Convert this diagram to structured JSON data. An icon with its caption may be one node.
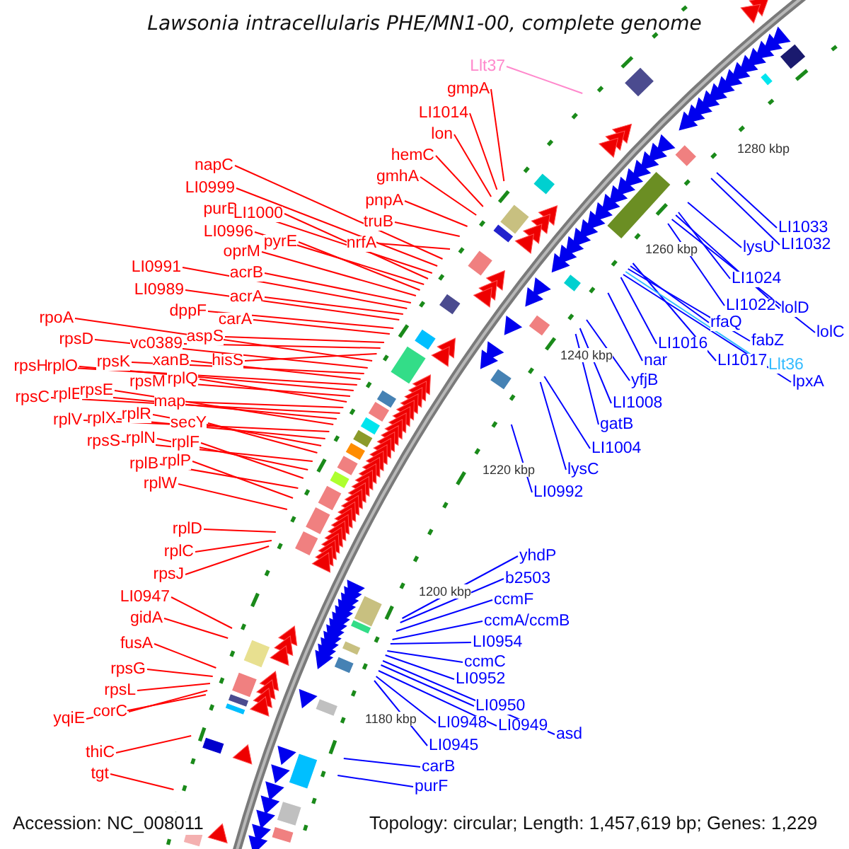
{
  "diagram": {
    "title": "Lawsonia intracellularis PHE/MN1-00, complete genome",
    "nodes": [
      {
        "text": [
          "Llt37"
        ]
      },
      {
        "text": [
          "gmpA"
        ]
      },
      {
        "text": [
          "LI1014"
        ]
      },
      {
        "text": [
          "lon"
        ]
      },
      {
        "text": [
          "hemC"
        ]
      },
      {
        "text": [
          "gmhA"
        ]
      },
      {
        "text": [
          "pnpA"
        ]
      },
      {
        "text": [
          "truB"
        ]
      },
      {
        "text": [
          "nrfA"
        ]
      },
      {
        "text": [
          "napC"
        ]
      },
      {
        "text": [
          "LI0999"
        ]
      },
      {
        "text": [
          "purB"
        ]
      },
      {
        "text": [
          "LI1000"
        ]
      },
      {
        "text": [
          "LI0996"
        ]
      },
      {
        "text": [
          "pyrE"
        ]
      },
      {
        "text": [
          "oprM"
        ]
      },
      {
        "text": [
          "acrB"
        ]
      },
      {
        "text": [
          "acrA"
        ]
      },
      {
        "text": [
          "LI0991"
        ]
      },
      {
        "text": [
          "LI0989"
        ]
      },
      {
        "text": [
          "dppF"
        ]
      },
      {
        "text": [
          "carA"
        ]
      },
      {
        "text": [
          "aspS"
        ]
      },
      {
        "text": [
          "vc0389"
        ]
      },
      {
        "text": [
          "hisS"
        ]
      },
      {
        "text": [
          "rpoA"
        ]
      },
      {
        "text": [
          "rpsD"
        ]
      },
      {
        "text": [
          "rpsK"
        ]
      },
      {
        "text": [
          "xanB"
        ]
      },
      {
        "text": [
          "rpsH"
        ]
      },
      {
        "text": [
          "rplO"
        ]
      },
      {
        "text": [
          "rpsM"
        ]
      },
      {
        "text": [
          "rplQ"
        ]
      },
      {
        "text": [
          "map"
        ]
      },
      {
        "text": [
          "rpsC"
        ]
      },
      {
        "text": [
          "rplE"
        ]
      },
      {
        "text": [
          "rpsE"
        ]
      },
      {
        "text": [
          "rplV"
        ]
      },
      {
        "text": [
          "rplX"
        ]
      },
      {
        "text": [
          "rplR"
        ]
      },
      {
        "text": [
          "secY"
        ]
      },
      {
        "text": [
          "rpsS"
        ]
      },
      {
        "text": [
          "rplN"
        ]
      },
      {
        "text": [
          "rplF"
        ]
      },
      {
        "text": [
          "rplB"
        ]
      },
      {
        "text": [
          "rplP"
        ]
      },
      {
        "text": [
          "rplW"
        ]
      },
      {
        "text": [
          "rplD"
        ]
      },
      {
        "text": [
          "rplC"
        ]
      },
      {
        "text": [
          "rpsJ"
        ]
      },
      {
        "text": [
          "LI0947"
        ]
      },
      {
        "text": [
          "gidA"
        ]
      },
      {
        "text": [
          "fusA"
        ]
      },
      {
        "text": [
          "rpsG"
        ]
      },
      {
        "text": [
          "rpsL"
        ]
      },
      {
        "text": [
          "corC"
        ]
      },
      {
        "text": [
          "yqiE"
        ]
      },
      {
        "text": [
          "thiC"
        ]
      },
      {
        "text": [
          "tgt"
        ]
      },
      {
        "text": [
          "LI1033"
        ]
      },
      {
        "text": [
          "LI1032"
        ]
      },
      {
        "text": [
          "lysU"
        ]
      },
      {
        "text": [
          "LI1024"
        ]
      },
      {
        "text": [
          "LI1022"
        ]
      },
      {
        "text": [
          "lolD"
        ]
      },
      {
        "text": [
          "lolC"
        ]
      },
      {
        "text": [
          "rfaQ"
        ]
      },
      {
        "text": [
          "fabZ"
        ]
      },
      {
        "text": [
          "LI1016"
        ]
      },
      {
        "text": [
          "LI1017"
        ]
      },
      {
        "text": [
          "Llt36"
        ]
      },
      {
        "text": [
          "lpxA"
        ]
      },
      {
        "text": [
          "nar"
        ]
      },
      {
        "text": [
          "yfjB"
        ]
      },
      {
        "text": [
          "LI1008"
        ]
      },
      {
        "text": [
          "gatB"
        ]
      },
      {
        "text": [
          "LI1004"
        ]
      },
      {
        "text": [
          "lysC"
        ]
      },
      {
        "text": [
          "LI0992"
        ]
      },
      {
        "text": [
          "yhdP"
        ]
      },
      {
        "text": [
          "b2503"
        ]
      },
      {
        "text": [
          "ccmF"
        ]
      },
      {
        "text": [
          "ccmA/ccmB"
        ]
      },
      {
        "text": [
          "LI0954"
        ]
      },
      {
        "text": [
          "ccmC"
        ]
      },
      {
        "text": [
          "LI0952"
        ]
      },
      {
        "text": [
          "LI0950"
        ]
      },
      {
        "text": [
          "LI0949"
        ]
      },
      {
        "text": [
          "asd"
        ]
      },
      {
        "text": [
          "LI0948"
        ]
      },
      {
        "text": [
          "LI0945"
        ]
      },
      {
        "text": [
          "carB"
        ]
      },
      {
        "text": [
          "purF"
        ]
      }
    ],
    "edges": [
      {
        "from": 0,
        "to": null,
        "arrow": "none",
        "color": "#ff88cc"
      },
      {
        "from": 1,
        "to": null,
        "arrow": "none"
      },
      {
        "from": 2,
        "to": null,
        "arrow": "none"
      },
      {
        "from": 3,
        "to": null,
        "arrow": "none"
      },
      {
        "from": 4,
        "to": null,
        "arrow": "none"
      },
      {
        "from": 5,
        "to": null,
        "arrow": "none"
      },
      {
        "from": 6,
        "to": null,
        "arrow": "none"
      },
      {
        "from": 7,
        "to": null,
        "arrow": "none"
      },
      {
        "from": 8,
        "to": null,
        "arrow": "none"
      },
      {
        "from": 9,
        "to": null,
        "arrow": "none"
      },
      {
        "from": 10,
        "to": null,
        "arrow": "none"
      },
      {
        "from": 11,
        "to": null,
        "arrow": "none"
      },
      {
        "from": 12,
        "to": null,
        "arrow": "none"
      },
      {
        "from": 13,
        "to": null,
        "arrow": "none"
      },
      {
        "from": 14,
        "to": null,
        "arrow": "none"
      },
      {
        "from": 15,
        "to": null,
        "arrow": "none"
      },
      {
        "from": 16,
        "to": null,
        "arrow": "none"
      },
      {
        "from": 17,
        "to": null,
        "arrow": "none"
      },
      {
        "from": 18,
        "to": null,
        "arrow": "none"
      },
      {
        "from": 19,
        "to": null,
        "arrow": "none"
      },
      {
        "from": 20,
        "to": null,
        "arrow": "none"
      },
      {
        "from": 21,
        "to": null,
        "arrow": "none"
      },
      {
        "from": 22,
        "to": null,
        "arrow": "none"
      },
      {
        "from": 23,
        "to": null,
        "arrow": "none"
      },
      {
        "from": 24,
        "to": null,
        "arrow": "none"
      },
      {
        "from": 25,
        "to": null,
        "arrow": "none"
      },
      {
        "from": 26,
        "to": null,
        "arrow": "none"
      },
      {
        "from": 27,
        "to": null,
        "arrow": "none"
      },
      {
        "from": 28,
        "to": null,
        "arrow": "none"
      },
      {
        "from": 29,
        "to": null,
        "arrow": "none"
      },
      {
        "from": 30,
        "to": null,
        "arrow": "none"
      },
      {
        "from": 31,
        "to": null,
        "arrow": "none"
      },
      {
        "from": 32,
        "to": null,
        "arrow": "none"
      },
      {
        "from": 33,
        "to": null,
        "arrow": "none"
      },
      {
        "from": 34,
        "to": null,
        "arrow": "none"
      },
      {
        "from": 35,
        "to": null,
        "arrow": "none"
      },
      {
        "from": 36,
        "to": null,
        "arrow": "none"
      },
      {
        "from": 37,
        "to": null,
        "arrow": "none"
      },
      {
        "from": 38,
        "to": null,
        "arrow": "none"
      },
      {
        "from": 39,
        "to": null,
        "arrow": "none"
      },
      {
        "from": 40,
        "to": null,
        "arrow": "none"
      },
      {
        "from": 41,
        "to": null,
        "arrow": "none"
      },
      {
        "from": 42,
        "to": null,
        "arrow": "none"
      },
      {
        "from": 43,
        "to": null,
        "arrow": "none"
      },
      {
        "from": 44,
        "to": null,
        "arrow": "none"
      },
      {
        "from": 45,
        "to": null,
        "arrow": "none"
      },
      {
        "from": 46,
        "to": null,
        "arrow": "none"
      },
      {
        "from": 47,
        "to": null,
        "arrow": "none"
      },
      {
        "from": 48,
        "to": null,
        "arrow": "none"
      },
      {
        "from": 49,
        "to": null,
        "arrow": "none"
      },
      {
        "from": 50,
        "to": null,
        "arrow": "none"
      },
      {
        "from": 51,
        "to": null,
        "arrow": "none"
      },
      {
        "from": 52,
        "to": null,
        "arrow": "none"
      },
      {
        "from": 53,
        "to": null,
        "arrow": "none"
      },
      {
        "from": 54,
        "to": null,
        "arrow": "none"
      },
      {
        "from": 55,
        "to": null,
        "arrow": "none"
      },
      {
        "from": 56,
        "to": null,
        "arrow": "none"
      },
      {
        "from": 57,
        "to": null,
        "arrow": "none"
      },
      {
        "from": 58,
        "to": null,
        "arrow": "none"
      },
      {
        "from": 59,
        "to": null,
        "arrow": "none",
        "color": "#0000ff"
      },
      {
        "from": 60,
        "to": null,
        "arrow": "none",
        "color": "#0000ff"
      },
      {
        "from": 61,
        "to": null,
        "arrow": "none",
        "color": "#0000ff"
      },
      {
        "from": 62,
        "to": null,
        "arrow": "none",
        "color": "#0000ff"
      },
      {
        "from": 63,
        "to": null,
        "arrow": "none",
        "color": "#0000ff"
      },
      {
        "from": 64,
        "to": null,
        "arrow": "none",
        "color": "#0000ff"
      },
      {
        "from": 65,
        "to": null,
        "arrow": "none",
        "color": "#0000ff"
      },
      {
        "from": 66,
        "to": null,
        "arrow": "none",
        "color": "#0000ff"
      },
      {
        "from": 67,
        "to": null,
        "arrow": "none",
        "color": "#0000ff"
      },
      {
        "from": 68,
        "to": null,
        "arrow": "none",
        "color": "#0000ff"
      },
      {
        "from": 69,
        "to": null,
        "arrow": "none",
        "color": "#0000ff"
      },
      {
        "from": 70,
        "to": null,
        "arrow": "none",
        "color": "#33bbff"
      },
      {
        "from": 71,
        "to": null,
        "arrow": "none",
        "color": "#0000ff"
      },
      {
        "from": 72,
        "to": null,
        "arrow": "none",
        "color": "#0000ff"
      },
      {
        "from": 73,
        "to": null,
        "arrow": "none",
        "color": "#0000ff"
      },
      {
        "from": 74,
        "to": null,
        "arrow": "none",
        "color": "#0000ff"
      },
      {
        "from": 75,
        "to": null,
        "arrow": "none",
        "color": "#0000ff"
      },
      {
        "from": 76,
        "to": null,
        "arrow": "none",
        "color": "#0000ff"
      },
      {
        "from": 77,
        "to": null,
        "arrow": "none",
        "color": "#0000ff"
      },
      {
        "from": 78,
        "to": null,
        "arrow": "none",
        "color": "#0000ff"
      },
      {
        "from": 79,
        "to": null,
        "arrow": "none",
        "color": "#0000ff"
      },
      {
        "from": 80,
        "to": null,
        "arrow": "none",
        "color": "#0000ff"
      },
      {
        "from": 81,
        "to": null,
        "arrow": "none",
        "color": "#0000ff"
      },
      {
        "from": 82,
        "to": null,
        "arrow": "none",
        "color": "#0000ff"
      },
      {
        "from": 83,
        "to": null,
        "arrow": "none",
        "color": "#0000ff"
      },
      {
        "from": 84,
        "to": null,
        "arrow": "none",
        "color": "#0000ff"
      },
      {
        "from": 85,
        "to": null,
        "arrow": "none",
        "color": "#0000ff"
      },
      {
        "from": 86,
        "to": null,
        "arrow": "none",
        "color": "#0000ff"
      },
      {
        "from": 87,
        "to": null,
        "arrow": "none",
        "color": "#0000ff"
      },
      {
        "from": 88,
        "to": null,
        "arrow": "none",
        "color": "#0000ff"
      },
      {
        "from": 89,
        "to": null,
        "arrow": "none",
        "color": "#0000ff"
      },
      {
        "from": 90,
        "to": null,
        "arrow": "none",
        "color": "#0000ff"
      },
      {
        "from": 91,
        "to": null,
        "arrow": "none",
        "color": "#0000ff"
      },
      {
        "from": 92,
        "to": null,
        "arrow": "none",
        "color": "#0000ff"
      }
    ],
    "labels": [
      "1280 kbp",
      "1260 kbp",
      "1240 kbp",
      "1220 kbp",
      "1200 kbp",
      "1180 kbp",
      "Accession: NC_008011",
      "Topology: circular; Length: 1,457,619 bp; Genes: 1,229"
    ]
  }
}
